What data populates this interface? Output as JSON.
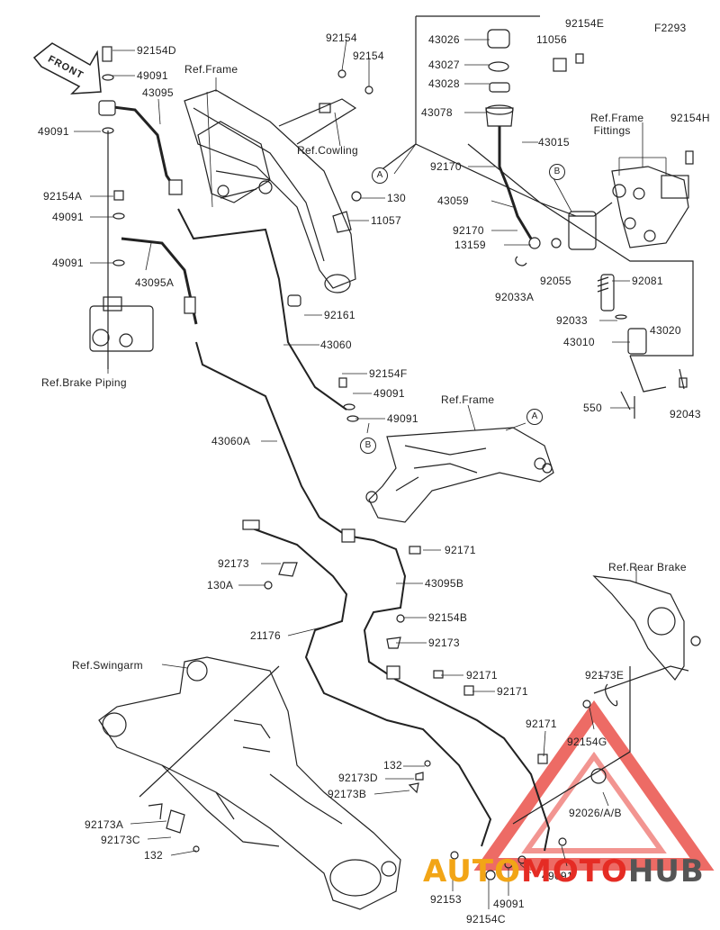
{
  "diagram_code": "F2293",
  "front_label": "FRONT",
  "ref_labels": {
    "frame_top": "Ref.Frame",
    "cowling": "Ref.Cowling",
    "frame_fittings": "Ref.Frame\n Fittings",
    "brake_piping": "Ref.Brake Piping",
    "frame_mid": "Ref.Frame",
    "rear_brake": "Ref.Rear Brake",
    "swingarm": "Ref.Swingarm"
  },
  "circle_labels": [
    "A",
    "A",
    "B",
    "B"
  ],
  "parts": [
    "92154D",
    "49091",
    "43095",
    "49091",
    "92154A",
    "49091",
    "49091",
    "43095A",
    "92154",
    "92154",
    "130",
    "11057",
    "92161",
    "43060",
    "92154F",
    "49091",
    "49091",
    "43060A",
    "43026",
    "43027",
    "43028",
    "43078",
    "11056",
    "92154E",
    "43015",
    "92170",
    "43059",
    "92170",
    "13159",
    "92055",
    "92033A",
    "92154H",
    "92081",
    "92033",
    "43020",
    "43010",
    "550",
    "92043",
    "92171",
    "43095B",
    "92173",
    "130A",
    "21176",
    "92154B",
    "92173",
    "92171",
    "92171",
    "92173E",
    "92154G",
    "92171",
    "92026/A/B",
    "132",
    "92173D",
    "92173B",
    "92173A",
    "92173C",
    "132",
    "92153",
    "92154C",
    "49091",
    "49091"
  ],
  "watermark": {
    "part1": "AUTO",
    "part2": "MOTO",
    "part3": "HUB"
  },
  "colors": {
    "line": "#222222",
    "watermark_orange": "#f2a516",
    "watermark_red": "#e52c24",
    "watermark_gray": "#555555"
  }
}
